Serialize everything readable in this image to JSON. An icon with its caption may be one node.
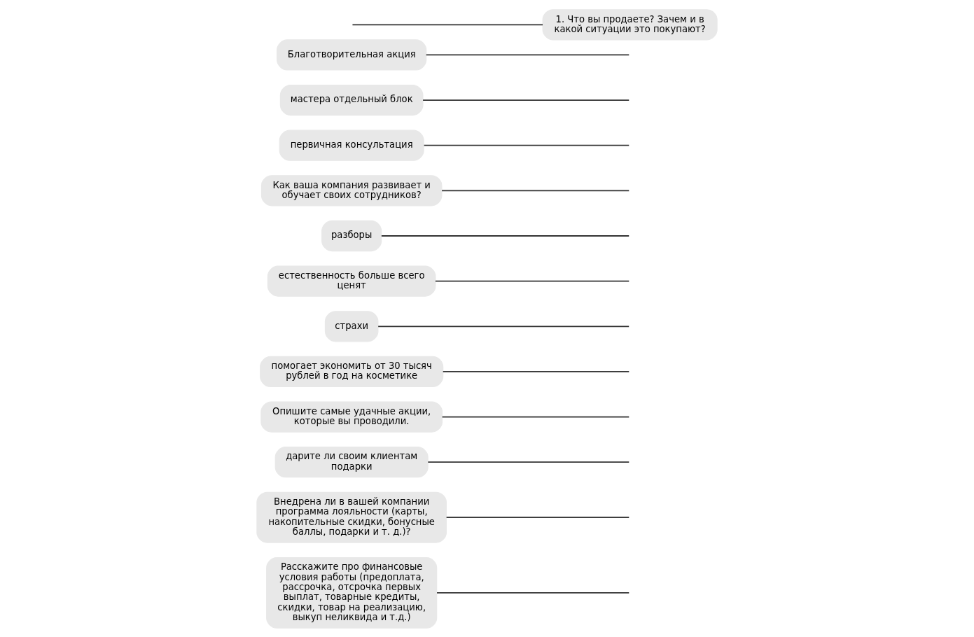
{
  "diagram": {
    "nodes": [
      {
        "text": [
          "Расскажите про финансовые условия работы (предоплата, рассрочка, отсрочка первых выплат, товарные кредиты, скидки, товар на реализацию, выкуп неликвида и т.д.)"
        ]
      },
      {
        "text": [
          "Внедрена ли в вашей компании программа лояльности (карты, накопительные скидки, бонусные баллы, подарки и т. д.)?"
        ]
      },
      {
        "text": [
          "дарите ли своим клиентам подарки"
        ]
      },
      {
        "text": [
          "Опишите самые удачные акции, которые вы проводили."
        ]
      },
      {
        "text": [
          "помогает экономить от 30 тысяч рублей в год на косметике"
        ]
      },
      {
        "text": [
          "страхи"
        ]
      },
      {
        "text": [
          "естественность больше всего ценят"
        ]
      },
      {
        "text": [
          "разборы"
        ]
      },
      {
        "text": [
          "Как ваша компания развивает и обучает своих сотрудников?"
        ]
      },
      {
        "text": [
          "первичная консультация"
        ]
      },
      {
        "text": [
          "мастера отдельный блок"
        ]
      },
      {
        "text": [
          "Благотворительная акция"
        ]
      },
      {
        "text": [
          "1. Что вы продаете? Зачем и в какой ситуации это покупают?"
        ]
      }
    ],
    "edges": [
      {
        "from": null,
        "to": 0,
        "arrow": "none"
      },
      {
        "from": null,
        "to": 1,
        "arrow": "none"
      },
      {
        "from": null,
        "to": 2,
        "arrow": "none"
      },
      {
        "from": null,
        "to": 3,
        "arrow": "none"
      },
      {
        "from": null,
        "to": 4,
        "arrow": "none"
      },
      {
        "from": null,
        "to": 5,
        "arrow": "none"
      },
      {
        "from": null,
        "to": 6,
        "arrow": "none"
      },
      {
        "from": null,
        "to": 7,
        "arrow": "none"
      },
      {
        "from": null,
        "to": 8,
        "arrow": "none"
      },
      {
        "from": null,
        "to": 9,
        "arrow": "none"
      },
      {
        "from": null,
        "to": 10,
        "arrow": "none"
      },
      {
        "from": null,
        "to": 11,
        "arrow": "none"
      },
      {
        "from": null,
        "to": 12,
        "arrow": "none"
      }
    ]
  }
}
